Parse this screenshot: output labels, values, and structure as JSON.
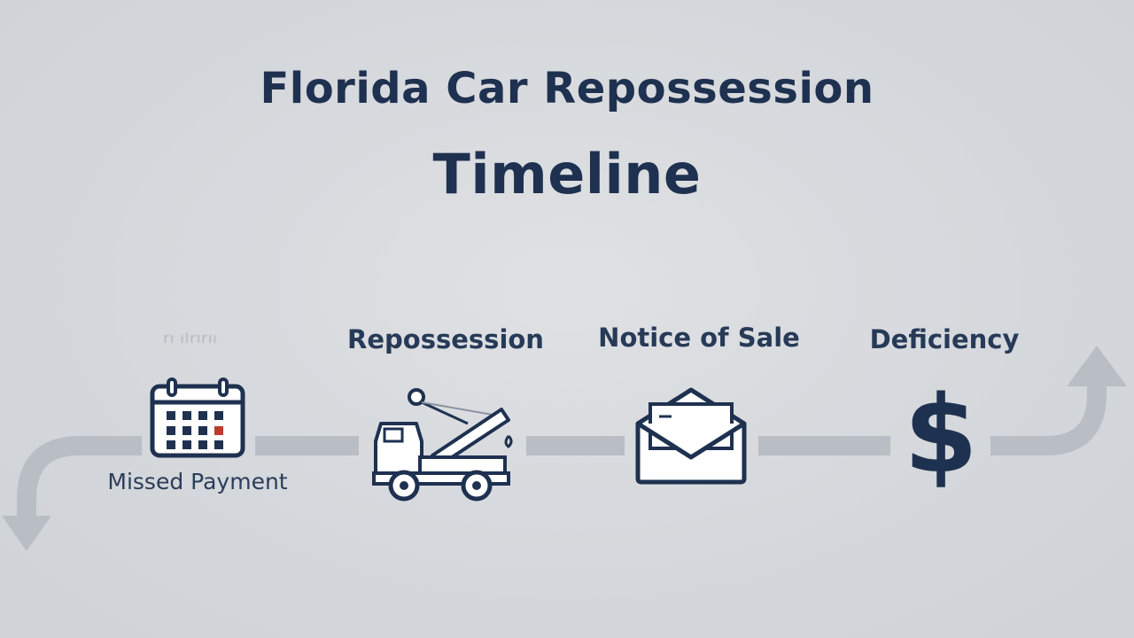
{
  "title": {
    "line1": "Florida Car Repossession",
    "line2": "Timeline"
  },
  "steps": [
    {
      "id": "missed",
      "label": "Missed Payment",
      "icon": "calendar-icon"
    },
    {
      "id": "repo",
      "label": "Repossession",
      "icon": "tow-truck-icon"
    },
    {
      "id": "notice",
      "label": "Notice of Sale",
      "icon": "envelope-icon"
    },
    {
      "id": "deficiency",
      "label": "Deficiency",
      "icon": "dollar-icon",
      "glyph": "$"
    }
  ],
  "faded_label": "rı ılrırıı",
  "colors": {
    "background": "#d5d8dc",
    "text": "#1f3150",
    "track": "#b9bec5",
    "calendar_accent": "#c0392b"
  }
}
